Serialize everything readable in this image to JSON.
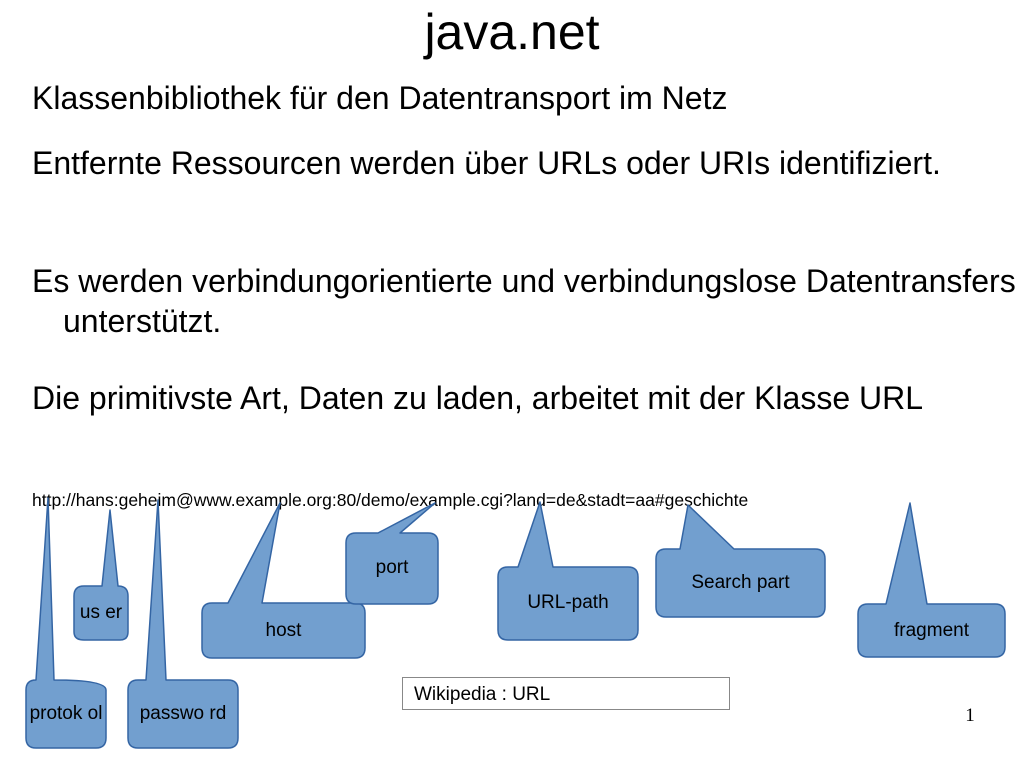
{
  "slide": {
    "title": "java.net",
    "bullets": [
      "Klassenbibliothek für den Datentransport im Netz",
      "Entfernte Ressourcen werden über URLs oder URIs identifiziert.",
      "Es werden verbindungorientierte und verbindungslose Datentransfers unterstützt.",
      "Die primitivste Art, Daten zu laden, arbeitet mit der Klasse URL"
    ],
    "example_url": "http://hans:geheim@www.example.org:80/demo/example.cgi?land=de&stadt=aa#geschichte",
    "callouts": {
      "protocol": "protok ol",
      "user": "us er",
      "password": "passwo rd",
      "host": "host",
      "port": "port",
      "url_path": "URL-path",
      "search_part": "Search part",
      "fragment": "fragment"
    },
    "wiki_link": "Wikipedia : URL",
    "page_number": "1"
  },
  "colors": {
    "callout_fill": "#729fcf",
    "callout_stroke": "#3465a4"
  }
}
